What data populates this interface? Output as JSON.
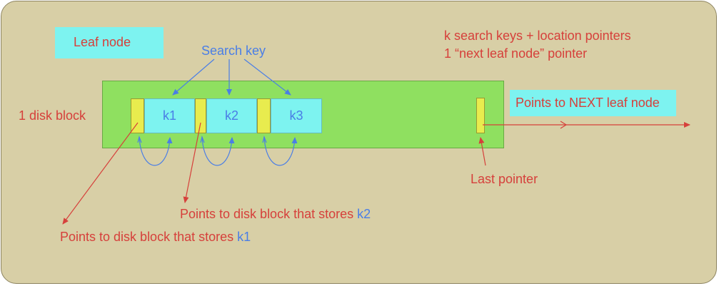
{
  "leaf_node_label": "Leaf node",
  "summary": {
    "line1": "k search keys + location pointers",
    "line2": "1 “next leaf node” pointer"
  },
  "search_key_label": "Search key",
  "disk_block_label": "1 disk block",
  "keys": [
    "k1",
    "k2",
    "k3"
  ],
  "next_leaf_label": "Points to NEXT leaf node",
  "last_pointer_label": "Last pointer",
  "points_k2": {
    "text": "Points to disk block that stores ",
    "key": "k2"
  },
  "points_k1": {
    "text": "Points to disk block that stores ",
    "key": "k1"
  },
  "colors": {
    "background": "#d8cfa6",
    "disk_block": "#8fe060",
    "key_cell": "#7df3f0",
    "pointer": "#e8ec4e",
    "red": "#d6403b",
    "blue": "#4a7ee6"
  }
}
